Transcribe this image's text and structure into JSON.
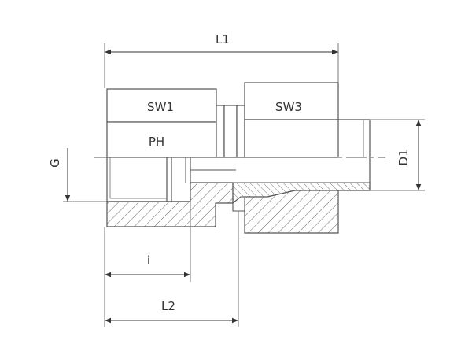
{
  "drawing": {
    "labels": {
      "L1": "L1",
      "L2": "L2",
      "i": "i",
      "G": "G",
      "D1": "D1",
      "SW1": "SW1",
      "SW3": "SW3",
      "PH": "PH"
    }
  }
}
